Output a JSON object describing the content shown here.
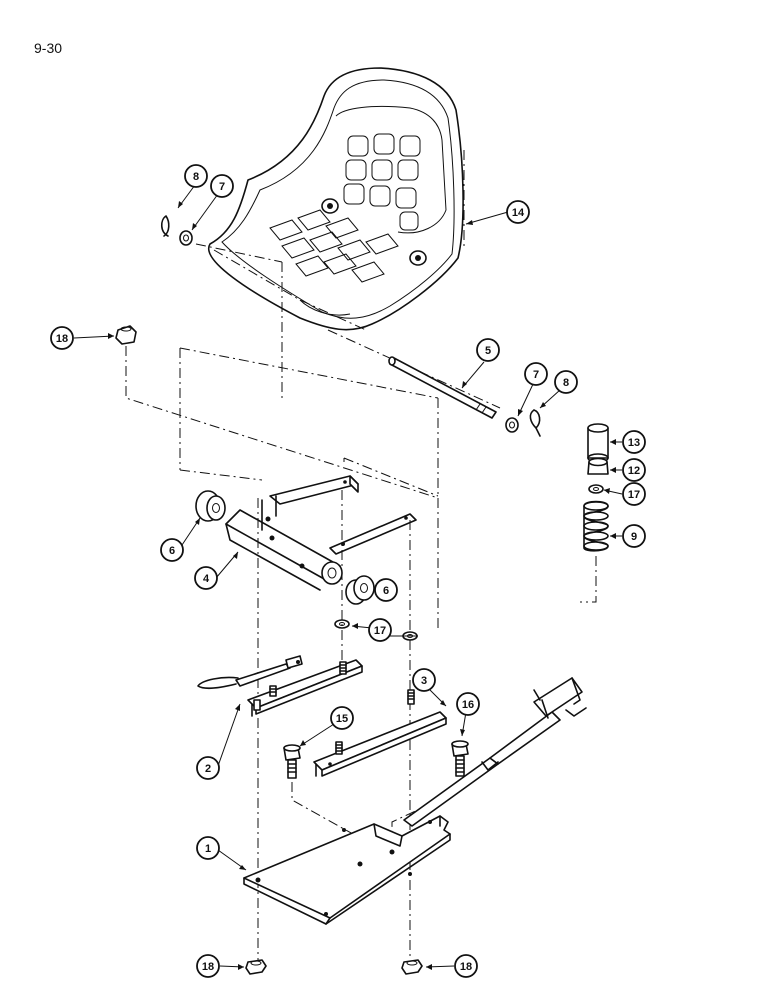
{
  "page": {
    "number": "9-30"
  },
  "callouts": [
    {
      "id": "c1",
      "label": "1"
    },
    {
      "id": "c2",
      "label": "2"
    },
    {
      "id": "c3",
      "label": "3"
    },
    {
      "id": "c4",
      "label": "4"
    },
    {
      "id": "c5",
      "label": "5"
    },
    {
      "id": "c6a",
      "label": "6"
    },
    {
      "id": "c6b",
      "label": "6"
    },
    {
      "id": "c7a",
      "label": "7"
    },
    {
      "id": "c7b",
      "label": "7"
    },
    {
      "id": "c8a",
      "label": "8"
    },
    {
      "id": "c8b",
      "label": "8"
    },
    {
      "id": "c9",
      "label": "9"
    },
    {
      "id": "c12",
      "label": "12"
    },
    {
      "id": "c13",
      "label": "13"
    },
    {
      "id": "c14",
      "label": "14"
    },
    {
      "id": "c15",
      "label": "15"
    },
    {
      "id": "c16",
      "label": "16"
    },
    {
      "id": "c17a",
      "label": "17"
    },
    {
      "id": "c17b",
      "label": "17"
    },
    {
      "id": "c18a",
      "label": "18"
    },
    {
      "id": "c18b",
      "label": "18"
    },
    {
      "id": "c18c",
      "label": "18"
    }
  ]
}
